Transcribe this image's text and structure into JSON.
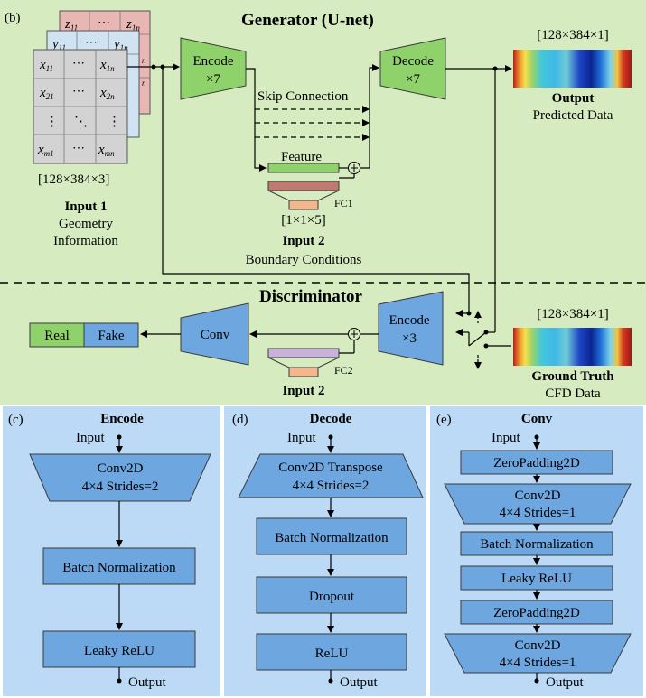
{
  "panel_b": {
    "label": "(b)",
    "generator_title": "Generator (U-net)",
    "discriminator_title": "Discriminator",
    "encode": {
      "line1": "Encode",
      "line2": "×7"
    },
    "decode": {
      "line1": "Decode",
      "line2": "×7"
    },
    "skip_connection": "Skip Connection",
    "feature": "Feature",
    "fc1": "FC1",
    "fc2": "FC2",
    "shape_1x1x5": "[1×1×5]",
    "input_shape": "[128×384×3]",
    "output_shape": "[128×384×1]",
    "gt_shape": "[128×384×1]",
    "input1": {
      "title": "Input 1",
      "line1": "Geometry",
      "line2": "Information"
    },
    "input2": {
      "title": "Input 2",
      "line1": "Boundary Conditions"
    },
    "input2_disc": "Input 2",
    "output": {
      "title": "Output",
      "line1": "Predicted Data"
    },
    "ground_truth": {
      "title": "Ground Truth",
      "line1": "CFD Data"
    },
    "disc_encode": {
      "line1": "Encode",
      "line2": "×3"
    },
    "conv": "Conv",
    "real": "Real",
    "fake": "Fake",
    "matrix_back": {
      "a": "z",
      "a_sub": "11",
      "dots": "⋯",
      "b": "z",
      "b_sub": "1n"
    },
    "matrix_mid": {
      "a": "y",
      "a_sub": "11",
      "dots": "⋯",
      "b": "y",
      "b_sub": "1n",
      "c_sub": "n",
      "d_sub": "n"
    },
    "matrix_front": {
      "r1": [
        "x",
        "11",
        "⋯",
        "x",
        "1n"
      ],
      "r2": [
        "x",
        "21",
        "⋯",
        "x",
        "2n"
      ],
      "r3": [
        "⋮",
        "⋱",
        "⋮"
      ],
      "r4": [
        "x",
        "m1",
        "⋯",
        "x",
        "mn"
      ]
    }
  },
  "panel_c": {
    "label": "(c)",
    "title": "Encode",
    "input": "Input",
    "output": "Output",
    "conv_line1": "Conv2D",
    "conv_line2": "4×4 Strides=2",
    "bn": "Batch Normalization",
    "act": "Leaky ReLU"
  },
  "panel_d": {
    "label": "(d)",
    "title": "Decode",
    "input": "Input",
    "output": "Output",
    "conv_line1": "Conv2D Transpose",
    "conv_line2": "4×4 Strides=2",
    "bn": "Batch Normalization",
    "dropout": "Dropout",
    "act": "ReLU"
  },
  "panel_e": {
    "label": "(e)",
    "title": "Conv",
    "input": "Input",
    "output": "Output",
    "zp1": "ZeroPadding2D",
    "conv1_line1": "Conv2D",
    "conv1_line2": "4×4 Strides=1",
    "bn": "Batch Normalization",
    "act": "Leaky ReLU",
    "zp2": "ZeroPadding2D",
    "conv2_line1": "Conv2D",
    "conv2_line2": "4×4 Strides=1"
  },
  "colors": {
    "green_bg": "#d6ecc0",
    "blue_bg": "#bcdaf5",
    "green_block": "#8fd16a",
    "blue_block": "#6ea6e0",
    "matrix_front": "#d3d3d3",
    "matrix_mid": "#cfe3f2",
    "matrix_back": "#e8b7b4",
    "fc_top": "#c07a70",
    "fc_small": "#f2b78a",
    "fc2_top": "#c8b2dc"
  }
}
